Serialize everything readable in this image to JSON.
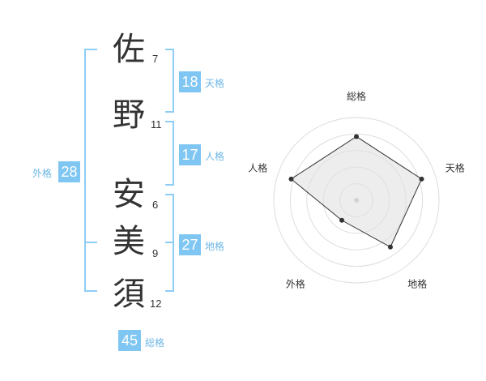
{
  "name": [
    {
      "char": "佐",
      "strokes": "7"
    },
    {
      "char": "野",
      "strokes": "11"
    },
    {
      "char": "安",
      "strokes": "6"
    },
    {
      "char": "美",
      "strokes": "9"
    },
    {
      "char": "須",
      "strokes": "12"
    }
  ],
  "fortunes": {
    "tenkaku": {
      "value": "18",
      "label": "天格"
    },
    "jinkaku": {
      "value": "17",
      "label": "人格"
    },
    "chikaku": {
      "value": "27",
      "label": "地格"
    },
    "gaikaku": {
      "value": "28",
      "label": "外格"
    },
    "soukaku": {
      "value": "45",
      "label": "総格"
    }
  },
  "colors": {
    "accent": "#7fc6f2",
    "bracket": "#8ecdf5",
    "label": "#6fb7e6",
    "polygon_fill": "#efefef",
    "ring": "#dddddd"
  },
  "chart_data": {
    "type": "radar",
    "axes": [
      "総格",
      "天格",
      "地格",
      "外格",
      "人格"
    ],
    "values": [
      0.77,
      0.83,
      0.7,
      0.3,
      0.83
    ],
    "range": [
      0,
      1
    ],
    "rings": 5,
    "grid": true
  }
}
